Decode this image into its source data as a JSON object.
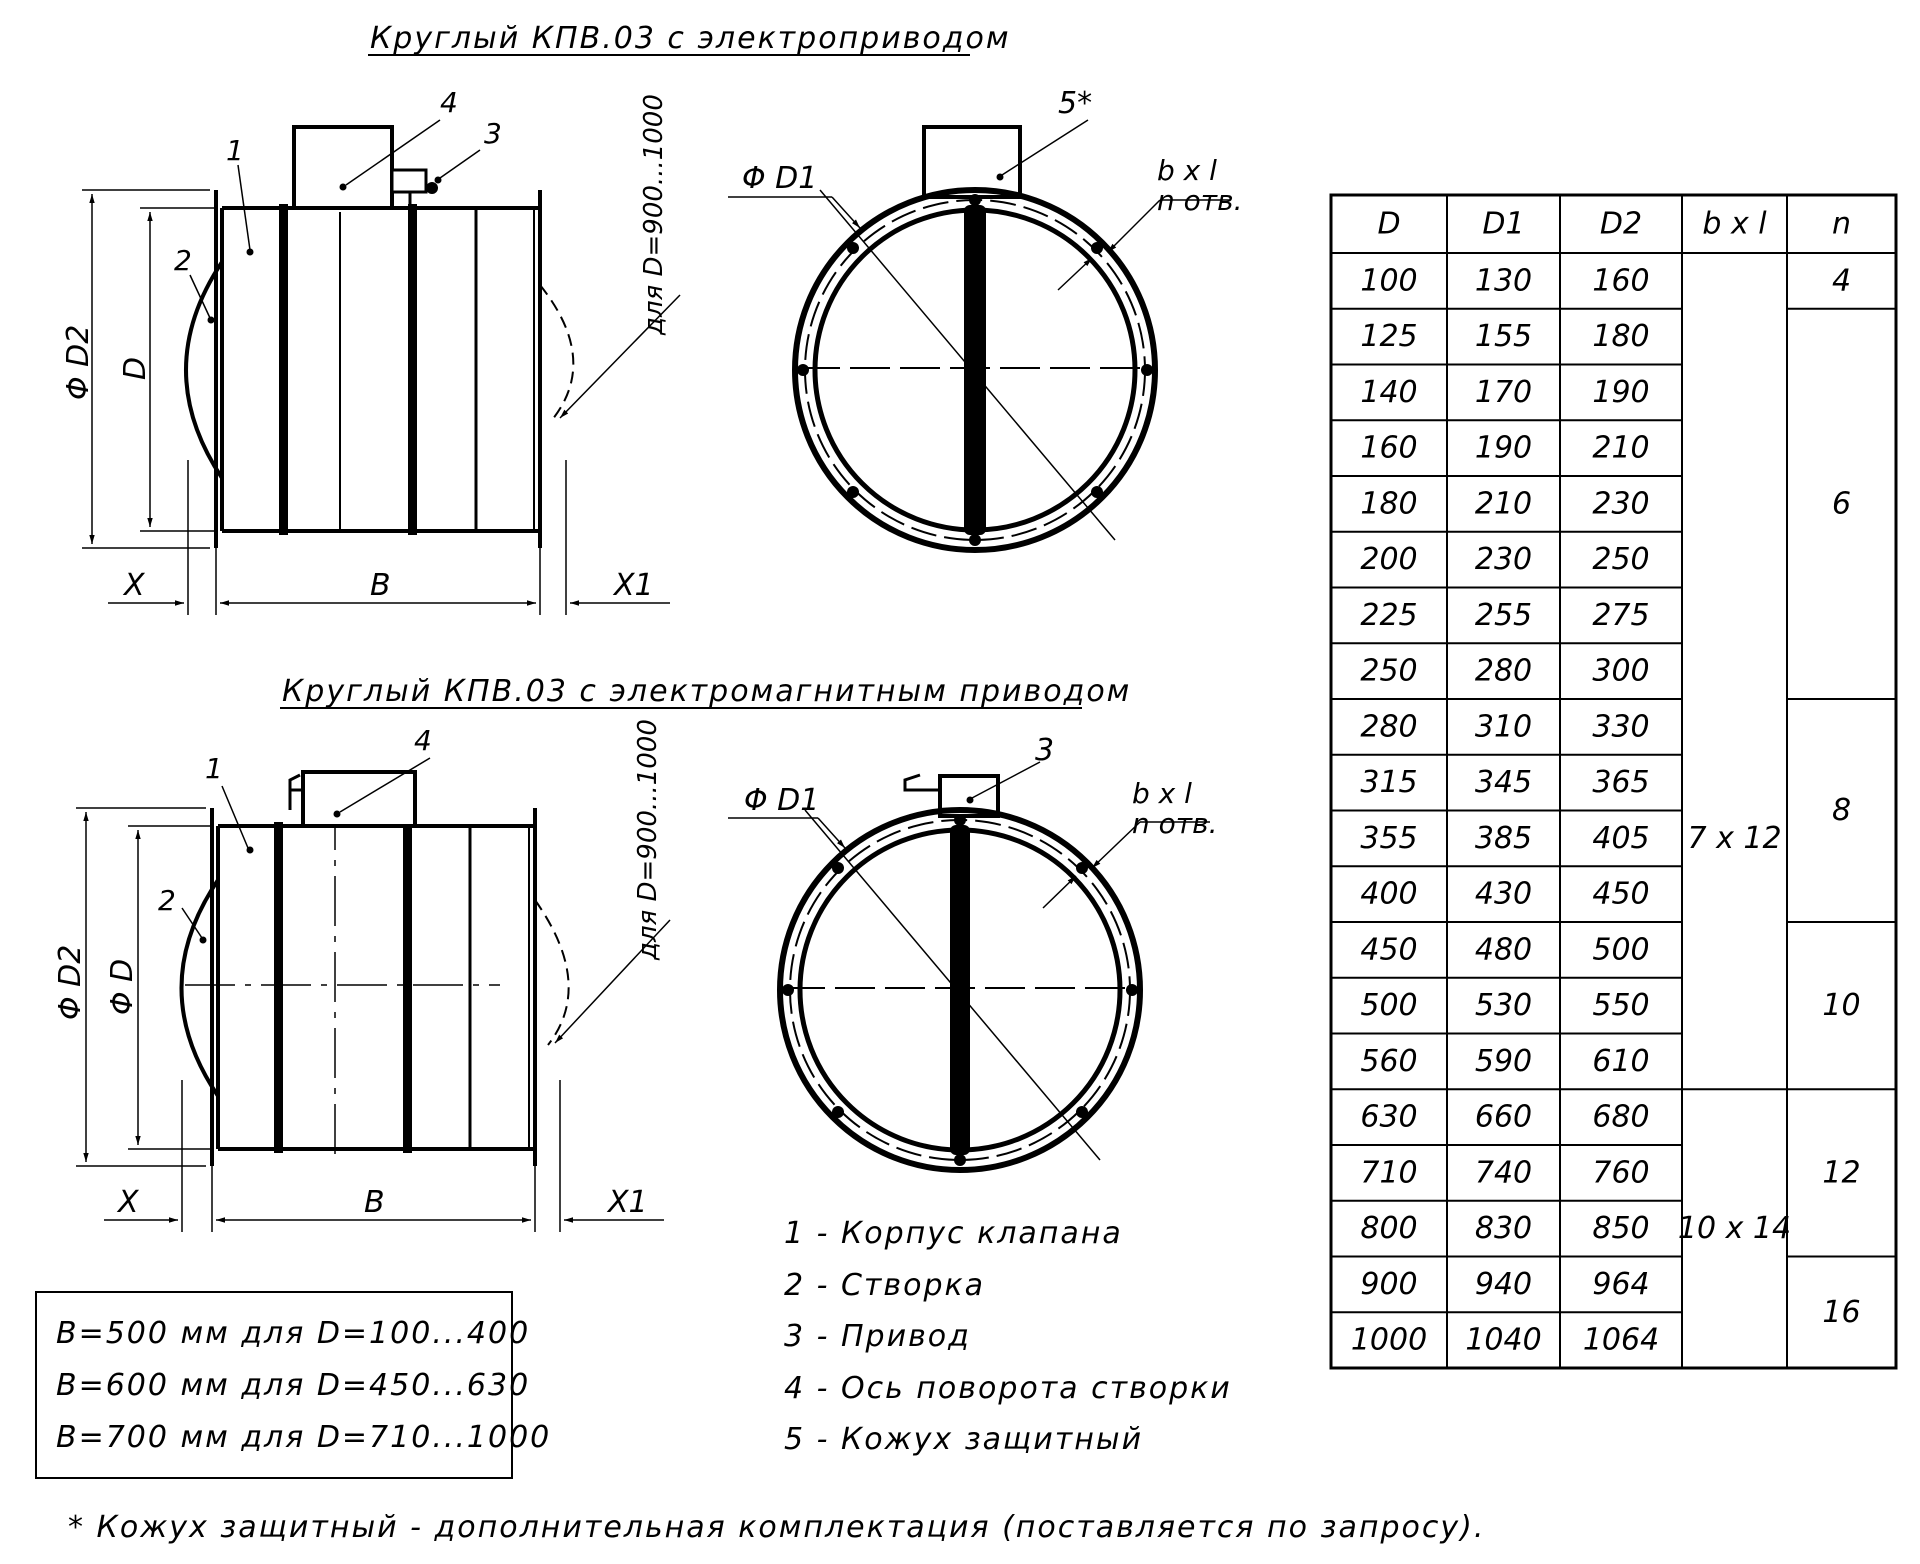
{
  "titles": {
    "top": "Круглый КПВ.03 с электроприводом",
    "bottom": "Круглый КПВ.03 с электромагнитным приводом"
  },
  "labels": {
    "phi_d2": "Φ D2",
    "d": "D",
    "phi_d": "Φ D",
    "phi_d1": "Φ D1",
    "b": "B",
    "x": "X",
    "x1": "X1",
    "for_large": "для D=900...1000",
    "hole_size": "b x l",
    "hole_count": "n отв.",
    "n1": "1",
    "n2": "2",
    "n3": "3",
    "n4": "4",
    "n5": "5*"
  },
  "b_note": [
    "B=500 мм для D=100...400",
    "B=600 мм для D=450...630",
    "B=700 мм для D=710...1000"
  ],
  "legend": [
    "1 - Корпус клапана",
    "2 - Створка",
    "3 - Привод",
    "4 - Ось поворота створки",
    "5 - Кожух защитный"
  ],
  "footnote": "* Кожух защитный - дополнительная комплектация (поставляется по запросу).",
  "table": {
    "headers": [
      "D",
      "D1",
      "D2",
      "b x l",
      "n"
    ],
    "rows": [
      [
        "100",
        "130",
        "160"
      ],
      [
        "125",
        "155",
        "180"
      ],
      [
        "140",
        "170",
        "190"
      ],
      [
        "160",
        "190",
        "210"
      ],
      [
        "180",
        "210",
        "230"
      ],
      [
        "200",
        "230",
        "250"
      ],
      [
        "225",
        "255",
        "275"
      ],
      [
        "250",
        "280",
        "300"
      ],
      [
        "280",
        "310",
        "330"
      ],
      [
        "315",
        "345",
        "365"
      ],
      [
        "355",
        "385",
        "405"
      ],
      [
        "400",
        "430",
        "450"
      ],
      [
        "450",
        "480",
        "500"
      ],
      [
        "500",
        "530",
        "550"
      ],
      [
        "560",
        "590",
        "610"
      ],
      [
        "630",
        "660",
        "680"
      ],
      [
        "710",
        "740",
        "760"
      ],
      [
        "800",
        "830",
        "850"
      ],
      [
        "900",
        "940",
        "964"
      ],
      [
        "1000",
        "1040",
        "1064"
      ]
    ],
    "bxl_groups": [
      {
        "value": "7 x 12",
        "rows": 15
      },
      {
        "value": "10 x 14",
        "rows": 5
      }
    ],
    "n_groups": [
      {
        "value": "4",
        "rows": 1
      },
      {
        "value": "6",
        "rows": 7
      },
      {
        "value": "8",
        "rows": 4
      },
      {
        "value": "10",
        "rows": 3
      },
      {
        "value": "12",
        "rows": 3
      },
      {
        "value": "16",
        "rows": 2
      }
    ]
  }
}
